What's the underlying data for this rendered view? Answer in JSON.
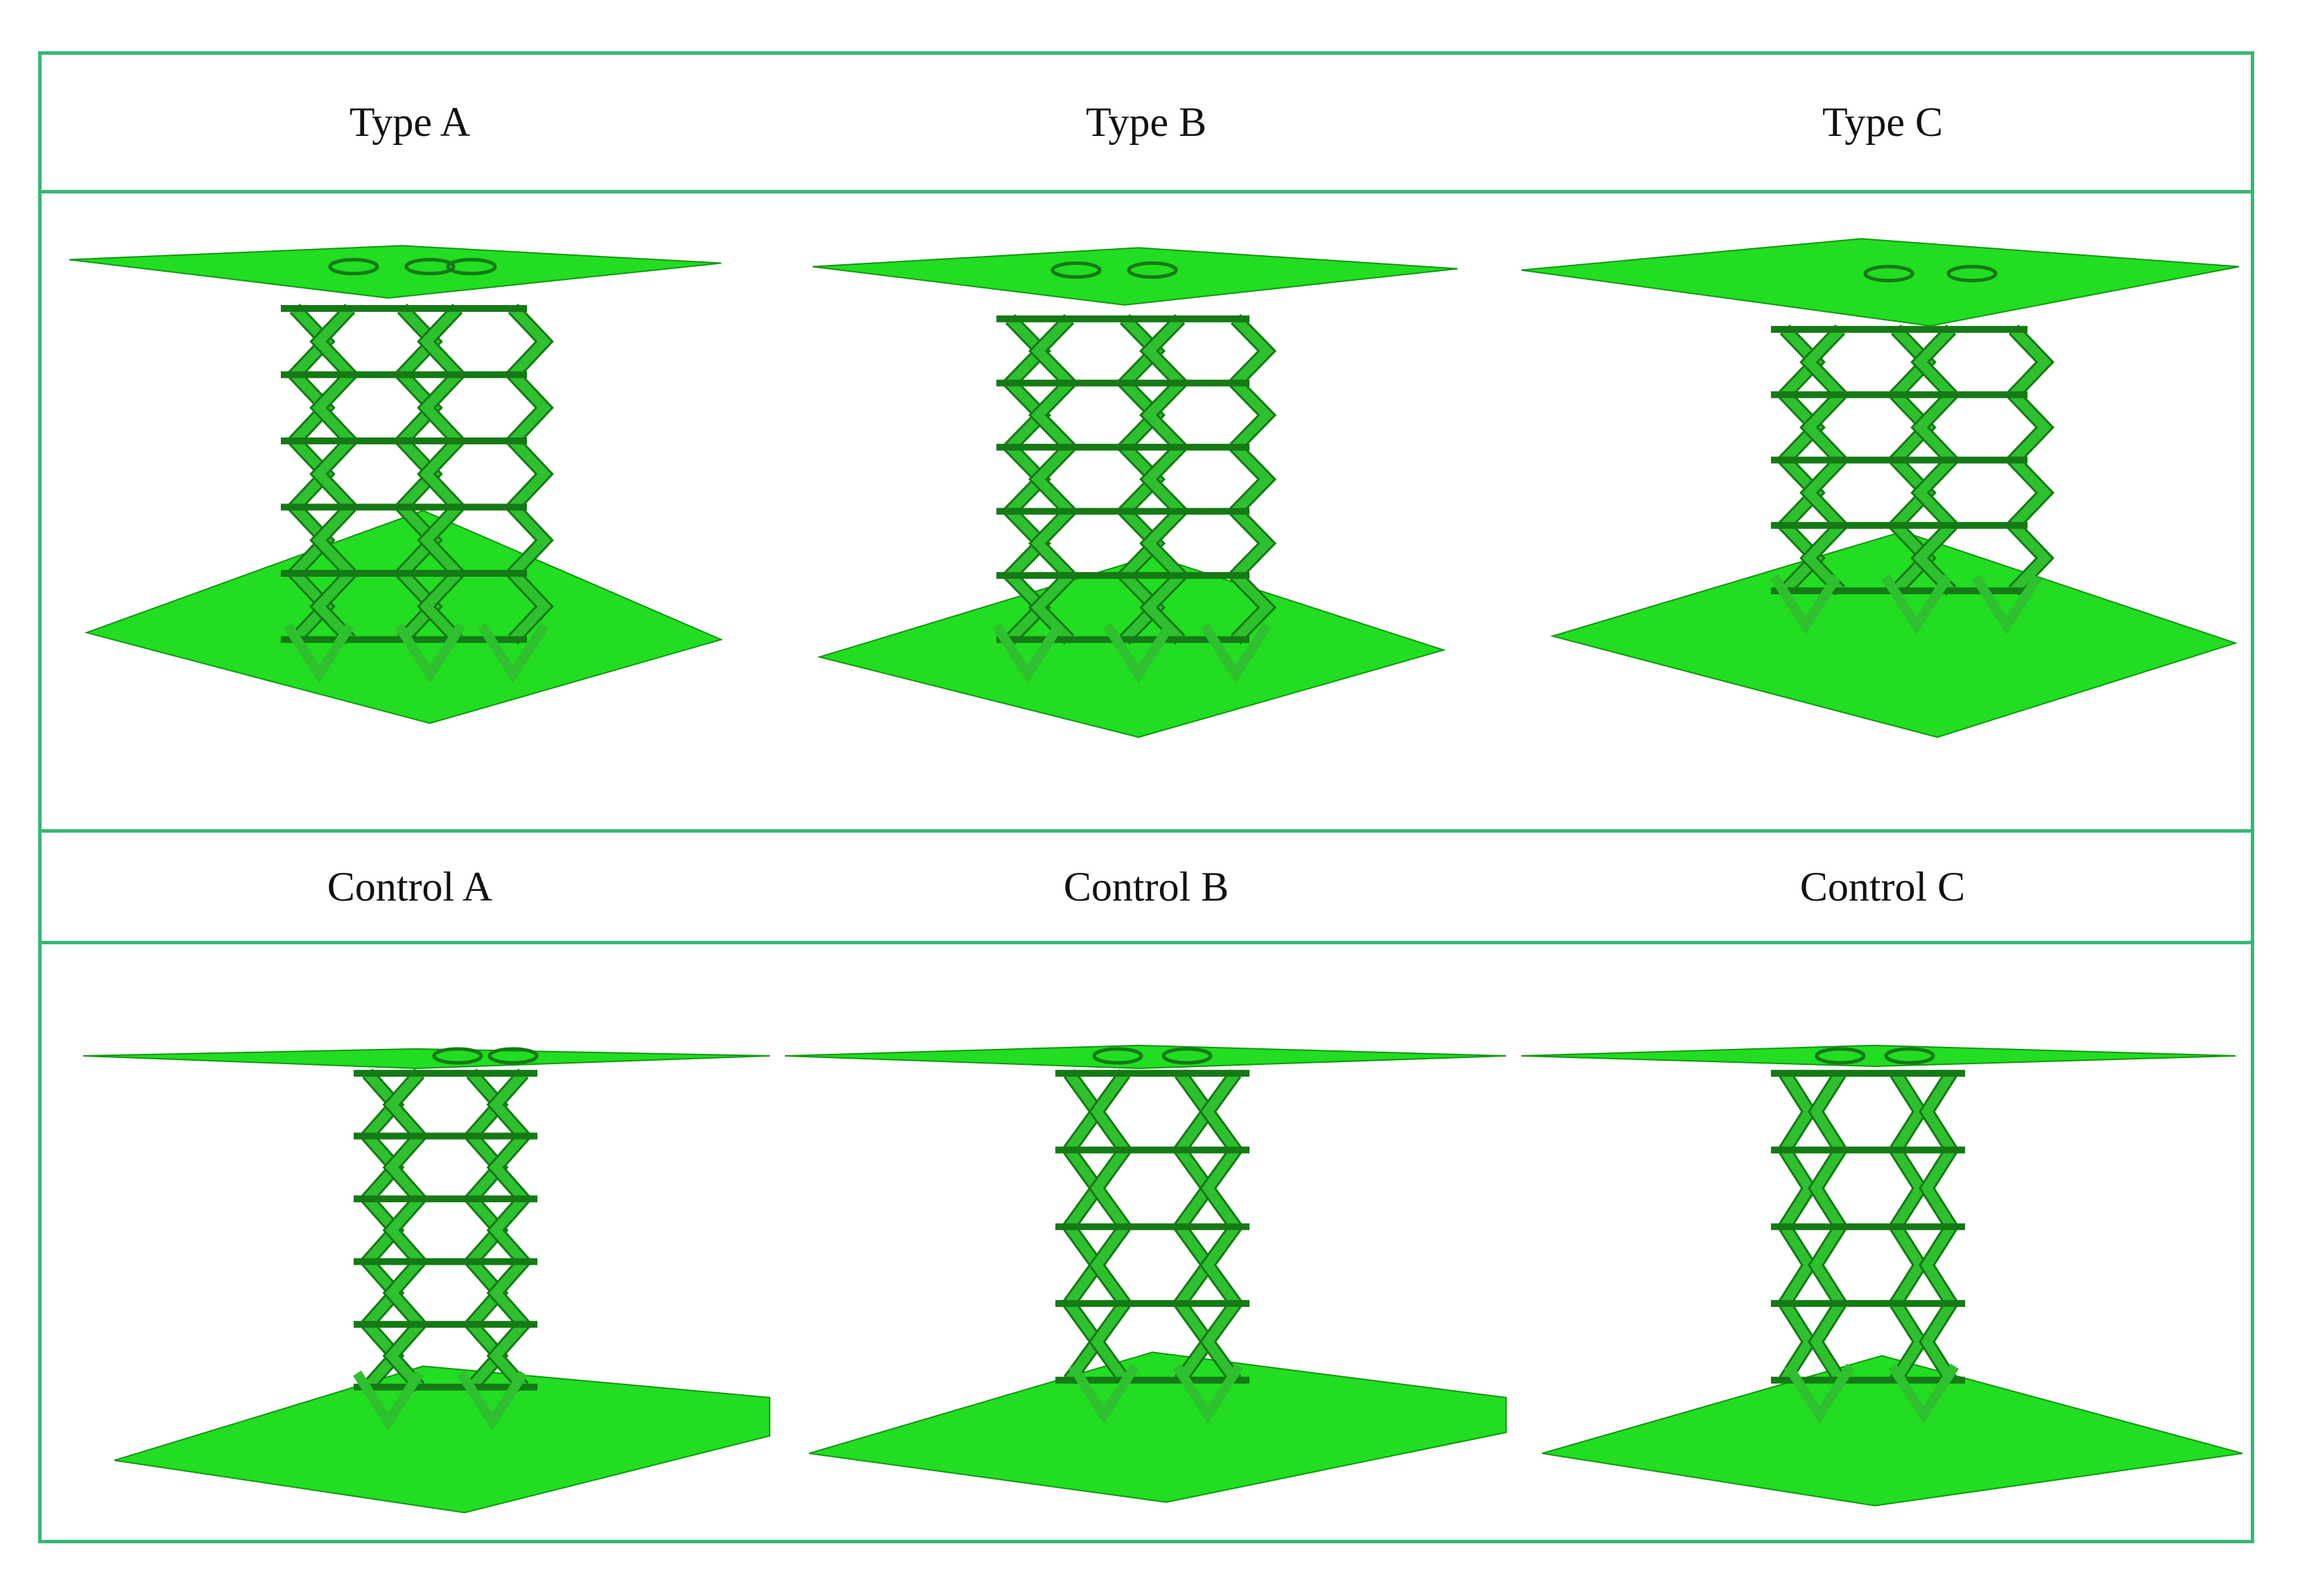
{
  "labels": {
    "type_a": "Type A",
    "type_b": "Type B",
    "type_c": "Type C",
    "control_a": "Control A",
    "control_b": "Control B",
    "control_c": "Control C"
  },
  "colors": {
    "border": "#36b878",
    "plate": "#22dd22",
    "plate_edge": "#119911",
    "strut": "#2ec02e",
    "strut_dark": "#157a15"
  }
}
